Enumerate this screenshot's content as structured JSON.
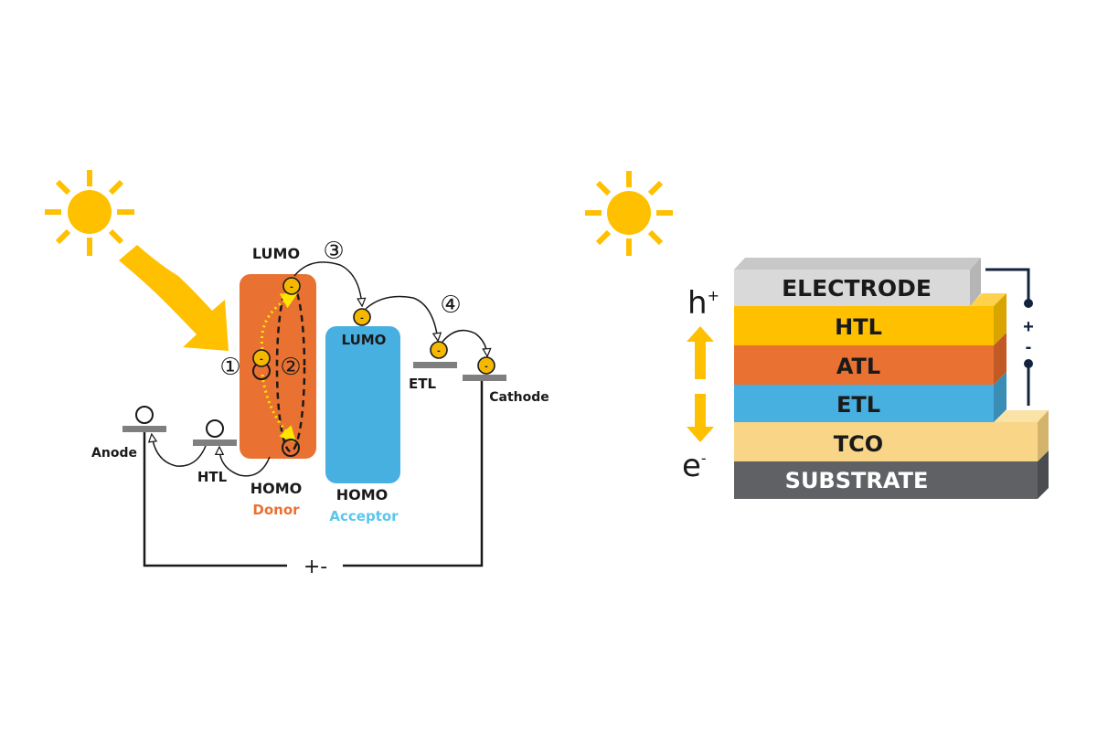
{
  "colors": {
    "sun": "#FFC000",
    "donor": "#E97132",
    "acceptor": "#47B0E1",
    "electron": "#F5B800",
    "level_bar": "#7F7F7F",
    "donor_text": "#E97132",
    "acceptor_text": "#5BC6EE",
    "wire": "#1A1A1A",
    "circuit_dark": "#14233D",
    "electrode": "#D9D9D9",
    "htl": "#FFC000",
    "atl": "#E97132",
    "etl": "#47B0E1",
    "tco": "#F8D587",
    "substrate": "#5F6164"
  },
  "left_diagram": {
    "lumo_donor": "LUMO",
    "homo_donor": "HOMO",
    "donor_label": "Donor",
    "lumo_acceptor": "LUMO",
    "homo_acceptor": "HOMO",
    "acceptor_label": "Acceptor",
    "anode": "Anode",
    "htl": "HTL",
    "etl": "ETL",
    "cathode": "Cathode",
    "steps": [
      "①",
      "②",
      "③",
      "④"
    ],
    "electron_sign": "-",
    "circuit_label": "+-"
  },
  "right_diagram": {
    "layers": [
      {
        "name": "ELECTRODE",
        "role": "electrode"
      },
      {
        "name": "HTL",
        "role": "htl"
      },
      {
        "name": "ATL",
        "role": "atl"
      },
      {
        "name": "ETL",
        "role": "etl"
      },
      {
        "name": "TCO",
        "role": "tco"
      },
      {
        "name": "SUBSTRATE",
        "role": "substrate"
      }
    ],
    "hole_label": "h",
    "hole_sup": "+",
    "electron_label": "e",
    "electron_sup": "-",
    "plus": "+",
    "minus": "-"
  }
}
